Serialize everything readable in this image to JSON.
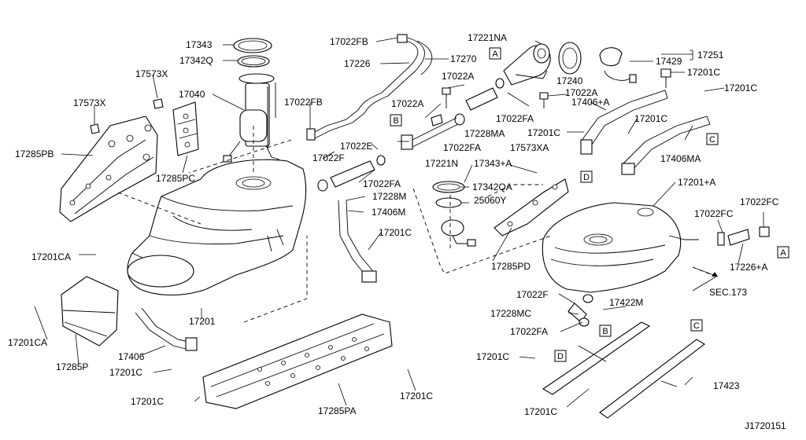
{
  "diagram_id": "J1720151",
  "section_ref": "SEC.173",
  "ref_letters": [
    "A",
    "B",
    "C",
    "D"
  ],
  "parts": {
    "p17343": "17343",
    "p17342Q": "17342Q",
    "p17040": "17040",
    "p17573X_a": "17573X",
    "p17573X_b": "17573X",
    "p17285PB": "17285PB",
    "p17285PC": "17285PC",
    "p17022FB_a": "17022FB",
    "p17022FB_b": "17022FB",
    "p17226": "17226",
    "p17270": "17270",
    "p17221NA": "17221NA",
    "p17251": "17251",
    "p17429": "17429",
    "p17240": "17240",
    "p17201C_a": "17201C",
    "p17201C_b": "17201C",
    "p17201C_c": "17201C",
    "p17201C_d": "17201C",
    "p17201C_e": "17201C",
    "p17201C_f": "17201C",
    "p17201C_g": "17201C",
    "p17201C_h": "17201C",
    "p17201C_i": "17201C",
    "p17022A_a": "17022A",
    "p17022A_b": "17022A",
    "p17022A_c": "17022A",
    "p17406A": "17406+A",
    "p17228MA": "17228MA",
    "p17022FA_a": "17022FA",
    "p17022FA_b": "17022FA",
    "p17022FA_c": "17022FA",
    "p17022FA_d": "17022FA",
    "p17022E": "17022E",
    "p17406MA": "17406MA",
    "p17022F_a": "17022F",
    "p17022F_b": "17022F",
    "p17228M": "17228M",
    "p17221N": "17221N",
    "p17343A": "17343+A",
    "p17573XA": "17573XA",
    "p17342QA": "17342QA",
    "p25060Y": "25060Y",
    "p17406M": "17406M",
    "p17201A": "17201+A",
    "p17022FC_a": "17022FC",
    "p17022FC_b": "17022FC",
    "p17226A": "17226+A",
    "p17201CA_a": "17201CA",
    "p17201CA_b": "17201CA",
    "p17285PD": "17285PD",
    "p17201": "17201",
    "p17406": "17406",
    "p17285P": "17285P",
    "p17285PA": "17285PA",
    "p17228MC": "17228MC",
    "p17422M": "17422M",
    "p17423": "17423"
  }
}
